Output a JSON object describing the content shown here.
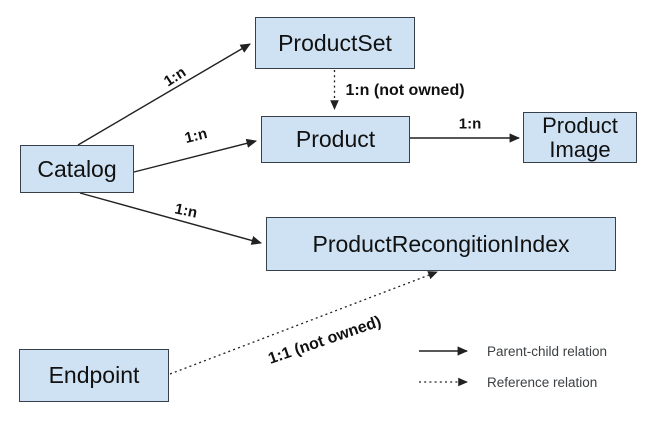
{
  "colors": {
    "node_fill": "#cfe2f3",
    "node_border": "#37404a",
    "line": "#212121",
    "text": "#111111",
    "legend_text": "#3c4043"
  },
  "nodes": {
    "catalog": {
      "label": "Catalog"
    },
    "product_set": {
      "label": "ProductSet"
    },
    "product": {
      "label": "Product"
    },
    "product_image": {
      "label": "Product Image"
    },
    "recognition_index": {
      "label": "ProductRecongitionIndex"
    },
    "endpoint": {
      "label": "Endpoint"
    }
  },
  "edges": {
    "catalog_to_productset": {
      "label": "1:n",
      "type": "parent-child"
    },
    "catalog_to_product": {
      "label": "1:n",
      "type": "parent-child"
    },
    "catalog_to_index": {
      "label": "1:n",
      "type": "parent-child"
    },
    "productset_to_product": {
      "label": "1:n (not owned)",
      "type": "reference"
    },
    "product_to_image": {
      "label": "1:n",
      "type": "parent-child"
    },
    "endpoint_to_index": {
      "label": "1:1 (not owned)",
      "type": "reference"
    }
  },
  "legend": {
    "parent_child_label": "Parent-child relation",
    "reference_label": "Reference relation"
  }
}
